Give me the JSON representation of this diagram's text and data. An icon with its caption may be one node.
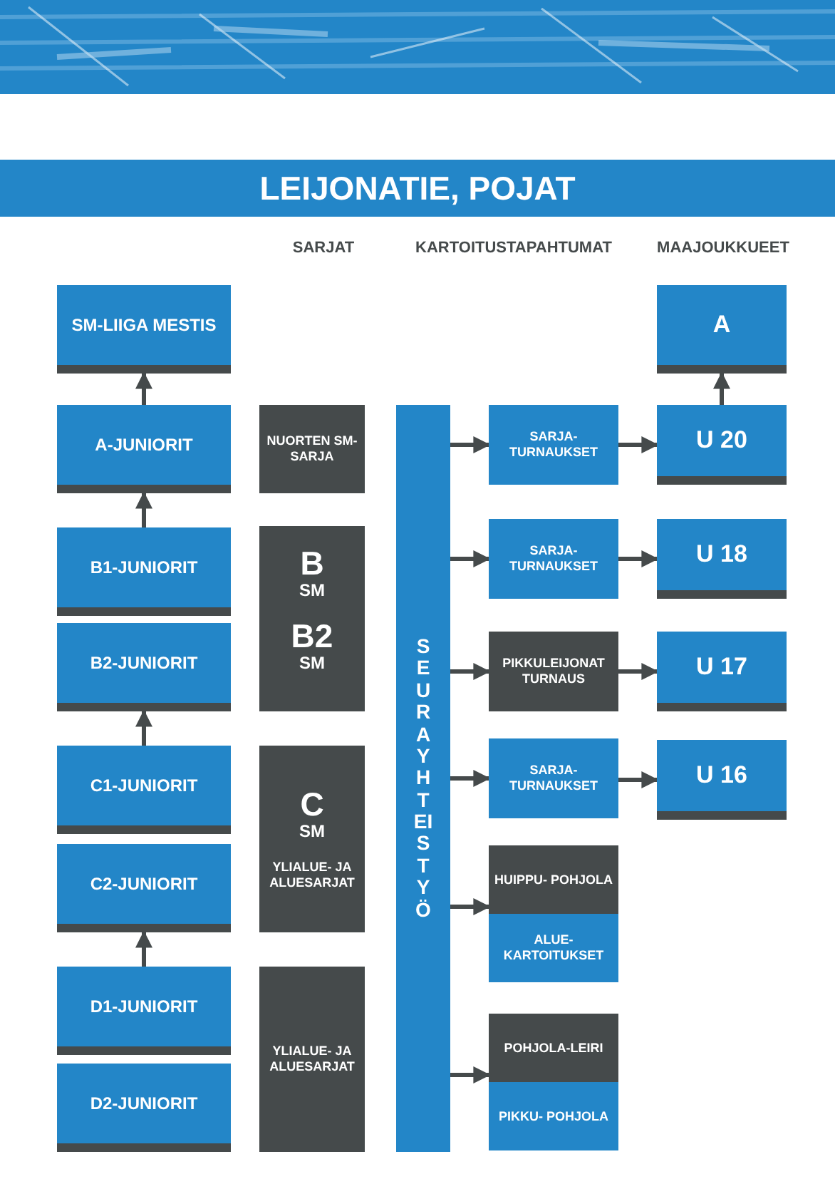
{
  "diagram": {
    "title": "LEIJONATIE, POJAT",
    "nodes": [
      {
        "text": [
          "SM-LIIGA MESTIS"
        ]
      },
      {
        "text": [
          "A-JUNIORIT"
        ]
      },
      {
        "text": [
          "B1-JUNIORIT"
        ]
      },
      {
        "text": [
          "B2-JUNIORIT"
        ]
      },
      {
        "text": [
          "C1-JUNIORIT"
        ]
      },
      {
        "text": [
          "C2-JUNIORIT"
        ]
      },
      {
        "text": [
          "D1-JUNIORIT"
        ]
      },
      {
        "text": [
          "D2-JUNIORIT"
        ]
      },
      {
        "text": [
          "NUORTEN SM-SARJA"
        ]
      },
      {
        "text": [
          "B",
          "SM",
          "B2",
          "SM"
        ]
      },
      {
        "text": [
          "C",
          "SM",
          "YLIALUE- JA ALUESARJAT"
        ]
      },
      {
        "text": [
          "YLIALUE- JA ALUESARJAT"
        ]
      },
      {
        "text": [
          "SEURAYHTEISTYÖ"
        ]
      },
      {
        "text": [
          "SARJA- TURNAUKSET"
        ]
      },
      {
        "text": [
          "SARJA- TURNAUKSET"
        ]
      },
      {
        "text": [
          "PIKKULEIJONAT TURNAUS"
        ]
      },
      {
        "text": [
          "SARJA- TURNAUKSET"
        ]
      },
      {
        "text": [
          "HUIPPU- POHJOLA"
        ]
      },
      {
        "text": [
          "ALUE- KARTOITUKSET"
        ]
      },
      {
        "text": [
          "POHJOLA-LEIRI"
        ]
      },
      {
        "text": [
          "PIKKU- POHJOLA"
        ]
      },
      {
        "text": [
          "A"
        ]
      },
      {
        "text": [
          "U 20"
        ]
      },
      {
        "text": [
          "U 18"
        ]
      },
      {
        "text": [
          "U 17"
        ]
      },
      {
        "text": [
          "U 16"
        ]
      }
    ],
    "edges": [
      {
        "from": 1,
        "to": 0,
        "arrow": "to"
      },
      {
        "from": 2,
        "to": 1,
        "arrow": "to"
      },
      {
        "from": 4,
        "to": 3,
        "arrow": "to"
      },
      {
        "from": 6,
        "to": 5,
        "arrow": "to"
      },
      {
        "from": 22,
        "to": 21,
        "arrow": "to"
      },
      {
        "from": 12,
        "to": 13,
        "arrow": "to"
      },
      {
        "from": 12,
        "to": 14,
        "arrow": "to"
      },
      {
        "from": 12,
        "to": 15,
        "arrow": "to"
      },
      {
        "from": 12,
        "to": 16,
        "arrow": "to"
      },
      {
        "from": 12,
        "to": 17,
        "arrow": "to"
      },
      {
        "from": 12,
        "to": 19,
        "arrow": "to"
      },
      {
        "from": 13,
        "to": 22,
        "arrow": "to"
      },
      {
        "from": 14,
        "to": 23,
        "arrow": "to"
      },
      {
        "from": 15,
        "to": 24,
        "arrow": "to"
      },
      {
        "from": 16,
        "to": 25,
        "arrow": "to"
      }
    ],
    "labels": [
      "SARJAT",
      "KARTOITUSTAPAHTUMAT",
      "MAAJOUKKUEET"
    ]
  }
}
